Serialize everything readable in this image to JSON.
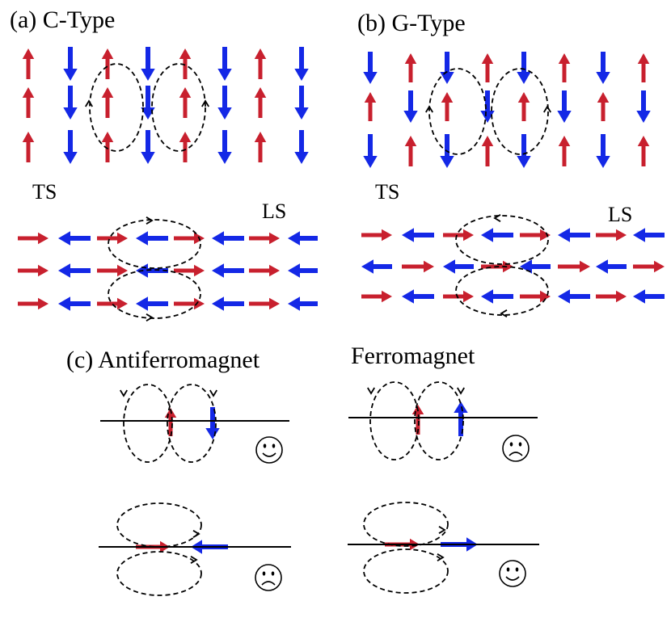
{
  "panels": {
    "a_title": "(a) C-Type",
    "b_title": "(b) G-Type",
    "c_title": "(c) Antiferromagnet",
    "ferro_title": "Ferromagnet",
    "ts_label": "TS",
    "ls_label": "LS"
  },
  "colors": {
    "up_spin": "#c8202e",
    "down_spin": "#1428e6",
    "loop": "#000000",
    "line": "#000000"
  },
  "faces": {
    "afm_ts": "happy",
    "fm_ts": "sad",
    "afm_ls": "sad",
    "fm_ls": "happy"
  }
}
